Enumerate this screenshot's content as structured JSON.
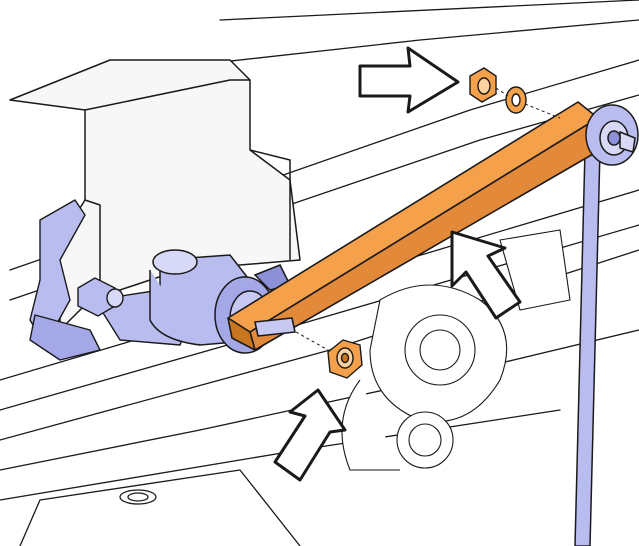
{
  "diagram": {
    "labels": [],
    "colors": {
      "background": "#ffffff",
      "line": "#1a1a1a",
      "highlight_part": "#f5a04a",
      "highlight_dark": "#c8761f",
      "hardware": "#b9bcef",
      "hardware_dark": "#6b6fb8",
      "chassis": "#f2f2f2",
      "arrow_fill": "#ffffff"
    },
    "callouts": [
      {
        "points_to": "upper-nut-and-washer",
        "icon": "arrow-right-icon"
      },
      {
        "points_to": "lower-nut",
        "icon": "arrow-up-icon"
      },
      {
        "points_to": "link-rod",
        "icon": "arrow-up-icon"
      }
    ],
    "parts": [
      "link-rod",
      "upper-nut",
      "washer",
      "lower-nut",
      "bracket",
      "pivot-cylinder",
      "vertical-rod",
      "mounting-bolt"
    ]
  }
}
